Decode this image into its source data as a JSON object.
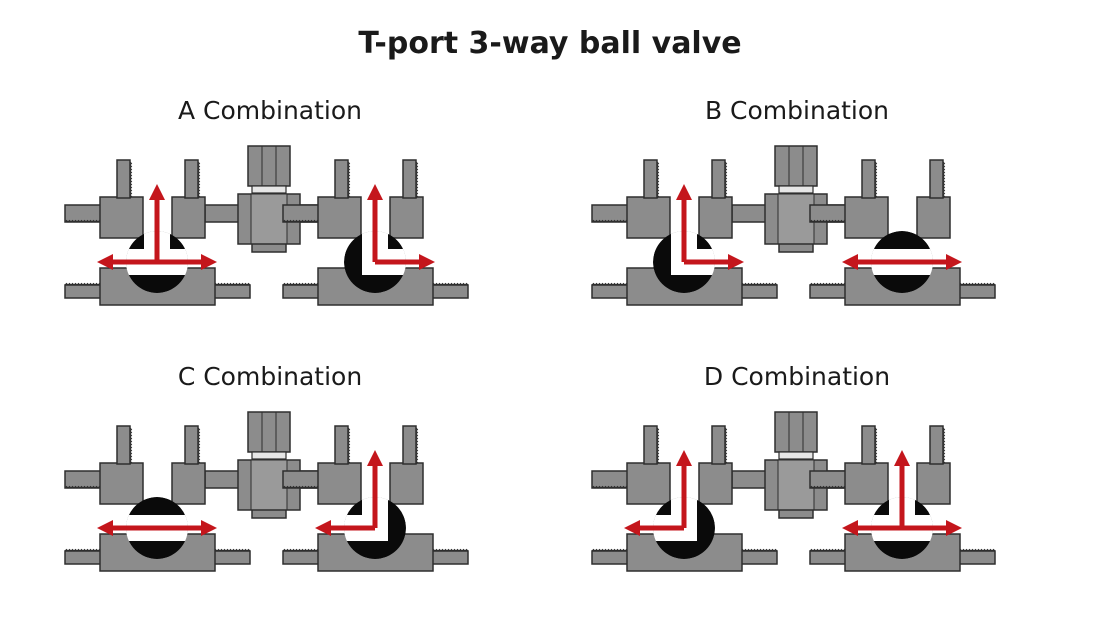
{
  "title": "T-port 3-way ball valve",
  "colors": {
    "body": "#8c8c8c",
    "outline": "#2e2e2e",
    "ball": "#0a0a0a",
    "arrow": "#c4161c"
  },
  "panels": [
    {
      "label": "A Combination",
      "left_valve": [
        "left",
        "right",
        "up"
      ],
      "right_valve": [
        "up",
        "right"
      ]
    },
    {
      "label": "B Combination",
      "left_valve": [
        "up",
        "right"
      ],
      "right_valve": [
        "left",
        "right"
      ]
    },
    {
      "label": "C Combination",
      "left_valve": [
        "left",
        "right"
      ],
      "right_valve": [
        "up",
        "left"
      ]
    },
    {
      "label": "D Combination",
      "left_valve": [
        "up",
        "left"
      ],
      "right_valve": [
        "left",
        "right",
        "up"
      ]
    }
  ]
}
